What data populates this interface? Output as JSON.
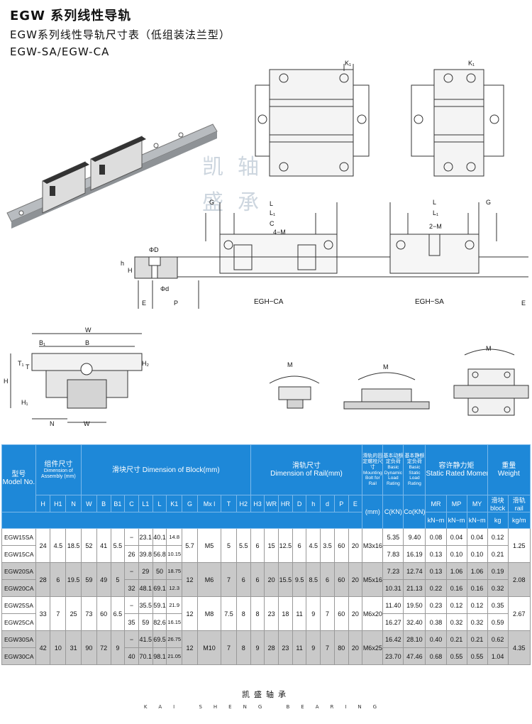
{
  "header": {
    "title": "EGW 系列线性导轨",
    "subtitle": "EGW系列线性导轨尺寸表（低组装法兰型）",
    "models": "EGW-SA/EGW-CA"
  },
  "watermark": [
    "凯",
    "轴",
    "盛",
    "承"
  ],
  "drawing_labels": {
    "k1": "K₁",
    "l": "L",
    "l1": "L₁",
    "g": "G",
    "c": "C",
    "four_m": "4−M",
    "two_m": "2−M",
    "phi_D": "ΦD",
    "phi_d": "Φd",
    "h": "h",
    "hr": "H",
    "e": "E",
    "p": "P",
    "egh_ca": "EGH−CA",
    "egh_sa": "EGH−SA",
    "w": "W",
    "b1": "B₁",
    "b": "B",
    "t": "T",
    "t1": "T₁",
    "h2": "H₂",
    "h_main": "H",
    "h1": "H₁",
    "n": "N",
    "wr": "W",
    "mr": "M",
    "mp": "M",
    "my": "M"
  },
  "table": {
    "header_top": {
      "model_cn": "型号",
      "model_en": "Model No.",
      "assembly_cn": "组件尺寸",
      "assembly_en": "Dimension of Assembly (mm)",
      "block": "滑块尺寸 Dimension of Block(mm)",
      "rail_cn": "滑轨尺寸",
      "rail_en": "Dimension of Rail(mm)",
      "bolt_cn": "滑轨的固定螺栓尺寸",
      "bolt_en": "Mounting Bolt for Rail",
      "dyn_cn": "基本动额定负荷",
      "dyn_en": "Basic Dynamic Load Rating",
      "sta_cn": "基本静额定负荷",
      "sta_en": "Basic Static Load Rating",
      "moment_cn": "容许静力矩",
      "moment_en": "Static Rated Moment",
      "weight_cn": "重量",
      "weight_en": "Weight"
    },
    "columns": [
      "H",
      "H1",
      "N",
      "W",
      "B",
      "B1",
      "C",
      "L1",
      "L",
      "K1",
      "G",
      "Mx l",
      "T",
      "H2",
      "H3",
      "WR",
      "HR",
      "D",
      "h",
      "d",
      "P",
      "E"
    ],
    "bolt_unit": "(mm)",
    "dyn_unit": "C(KN)",
    "sta_unit": "Co(KN)",
    "moment_cols": [
      "MR",
      "MP",
      "MY"
    ],
    "moment_unit": "kN−m",
    "weight_cols": [
      "滑块",
      "滑轨"
    ],
    "weight_sub": [
      "block",
      "rail"
    ],
    "weight_units": [
      "kg",
      "kg/m"
    ],
    "rows": [
      {
        "model": "EGW15SA",
        "C": "−",
        "L1": "23.1",
        "L": "40.1",
        "K1": "14.8",
        "dyn": "5.35",
        "sta": "9.40",
        "MR": "0.08",
        "MP": "0.04",
        "MY": "0.04",
        "block": "0.12"
      },
      {
        "model": "EGW15CA",
        "C": "26",
        "L1": "39.8",
        "L": "56.8",
        "K1": "10.15",
        "dyn": "7.83",
        "sta": "16.19",
        "MR": "0.13",
        "MP": "0.10",
        "MY": "0.10",
        "block": "0.21"
      },
      {
        "model": "EGW20SA",
        "C": "−",
        "L1": "29",
        "L": "50",
        "K1": "18.75",
        "dyn": "7.23",
        "sta": "12.74",
        "MR": "0.13",
        "MP": "1.06",
        "MY": "1.06",
        "block": "0.19"
      },
      {
        "model": "EGW20CA",
        "C": "32",
        "L1": "48.1",
        "L": "69.1",
        "K1": "12.3",
        "dyn": "10.31",
        "sta": "21.13",
        "MR": "0.22",
        "MP": "0.16",
        "MY": "0.16",
        "block": "0.32"
      },
      {
        "model": "EGW25SA",
        "C": "−",
        "L1": "35.5",
        "L": "59.1",
        "K1": "21.9",
        "dyn": "11.40",
        "sta": "19.50",
        "MR": "0.23",
        "MP": "0.12",
        "MY": "0.12",
        "block": "0.35"
      },
      {
        "model": "EGW25CA",
        "C": "35",
        "L1": "59",
        "L": "82.6",
        "K1": "16.15",
        "dyn": "16.27",
        "sta": "32.40",
        "MR": "0.38",
        "MP": "0.32",
        "MY": "0.32",
        "block": "0.59"
      },
      {
        "model": "EGW30SA",
        "C": "−",
        "L1": "41.5",
        "L": "69.5",
        "K1": "26.75",
        "dyn": "16.42",
        "sta": "28.10",
        "MR": "0.40",
        "MP": "0.21",
        "MY": "0.21",
        "block": "0.62"
      },
      {
        "model": "EGW30CA",
        "C": "40",
        "L1": "70.1",
        "L": "98.1",
        "K1": "21.05",
        "dyn": "23.70",
        "sta": "47.46",
        "MR": "0.68",
        "MP": "0.55",
        "MY": "0.55",
        "block": "1.04"
      }
    ],
    "groups": [
      {
        "H": "24",
        "H1": "4.5",
        "N": "18.5",
        "W": "52",
        "B": "41",
        "B1": "5.5",
        "G": "5.7",
        "Mxl": "M5",
        "T": "5",
        "H2": "5.5",
        "H3": "6",
        "WR": "15",
        "HR": "12.5",
        "D": "6",
        "h": "4.5",
        "d": "3.5",
        "P": "60",
        "E": "20",
        "bolt": "M3x16",
        "rail": "1.25"
      },
      {
        "H": "28",
        "H1": "6",
        "N": "19.5",
        "W": "59",
        "B": "49",
        "B1": "5",
        "G": "12",
        "Mxl": "M6",
        "T": "7",
        "H2": "6",
        "H3": "6",
        "WR": "20",
        "HR": "15.5",
        "D": "9.5",
        "h": "8.5",
        "d": "6",
        "P": "60",
        "E": "20",
        "bolt": "M5x16",
        "rail": "2.08"
      },
      {
        "H": "33",
        "H1": "7",
        "N": "25",
        "W": "73",
        "B": "60",
        "B1": "6.5",
        "G": "12",
        "Mxl": "M8",
        "T": "7.5",
        "H2": "8",
        "H3": "8",
        "WR": "23",
        "HR": "18",
        "D": "11",
        "h": "9",
        "d": "7",
        "P": "60",
        "E": "20",
        "bolt": "M6x20",
        "rail": "2.67"
      },
      {
        "H": "42",
        "H1": "10",
        "N": "31",
        "W": "90",
        "B": "72",
        "B1": "9",
        "G": "12",
        "Mxl": "M10",
        "T": "7",
        "H2": "8",
        "H3": "9",
        "WR": "28",
        "HR": "23",
        "D": "11",
        "h": "9",
        "d": "7",
        "P": "80",
        "E": "20",
        "bolt": "M6x25",
        "rail": "4.35"
      }
    ]
  },
  "footer": {
    "cn": "凯盛轴承",
    "en": "KAI SHENG BEARING"
  },
  "colors": {
    "header_blue": "#1e88d8",
    "row_gray": "#c9c9c9"
  }
}
